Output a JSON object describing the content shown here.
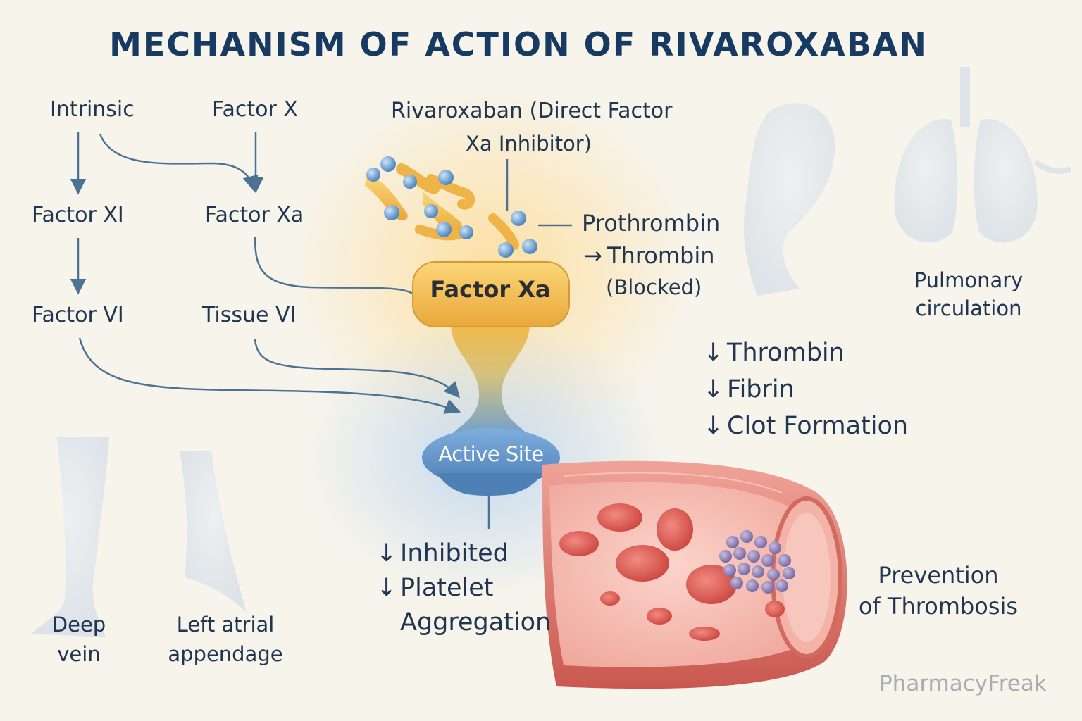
{
  "title": "MECHANISM OF ACTION OF RIVAROXABAN",
  "pathway": {
    "intrinsic": "Intrinsic",
    "factor_x": "Factor X",
    "factor_xi": "Factor XI",
    "factor_xa": "Factor Xa",
    "factor_vi": "Factor VI",
    "tissue_vi": "Tissue VI"
  },
  "drug": {
    "line1": "Rivaroxaban (Direct Factor",
    "line2": "Xa Inhibitor)"
  },
  "prothrombin": {
    "line1": "Prothrombin",
    "line2": "Thrombin",
    "line3": "(Blocked)",
    "arrow": "→"
  },
  "enzyme": {
    "factor_xa": "Factor Xa",
    "active_site": "Active Site"
  },
  "effects": {
    "arrow": "↓",
    "items": [
      "Thrombin",
      "Fibrin",
      "Clot Formation"
    ]
  },
  "inhibition": {
    "arrow": "↓",
    "line1": "Inhibited",
    "line2": "Platelet",
    "line3": "Aggregation"
  },
  "sites": {
    "pulmonary_1": "Pulmonary",
    "pulmonary_2": "circulation",
    "deep_1": "Deep",
    "deep_2": "vein",
    "atrial_1": "Left atrial",
    "atrial_2": "appendage"
  },
  "prevention": {
    "line1": "Prevention",
    "line2": "of Thrombosis"
  },
  "watermark": "PharmacyFreak",
  "colors": {
    "navy": "#173a63",
    "pathway_line": "#4c7393",
    "factor_xa_gold": "#f0b844",
    "active_site_blue": "#5f91c4",
    "vessel_red": "#d9675f",
    "molecule_blue": "#6a9dd0",
    "clot_purple": "#8e7fb0"
  }
}
